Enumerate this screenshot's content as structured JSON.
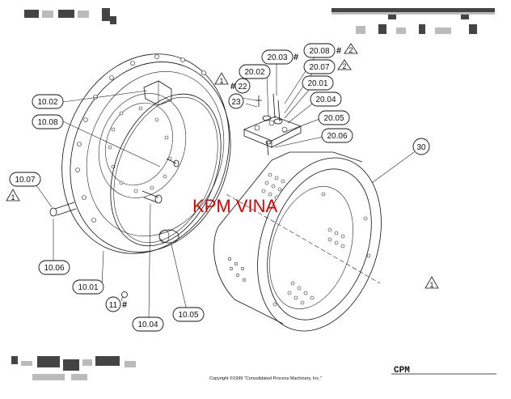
{
  "labels": {
    "p1002": "10.02",
    "p1008": "10.08",
    "p1007": "10.07",
    "p1006": "10.06",
    "p1001": "10.01",
    "p1004": "10.04",
    "p1005": "10.05",
    "p11": "11",
    "p22": "22",
    "p23": "23",
    "p2002": "20.02",
    "p2003": "20.03",
    "p2008": "20.08",
    "p2007": "20.07",
    "p2001": "20.01",
    "p2004": "20.04",
    "p2005": "20.05",
    "p2006": "20.06",
    "p30": "30"
  },
  "marks": {
    "hash": "#",
    "warning": "1",
    "revision": "2"
  },
  "watermark": "KPM VINA",
  "title_block": {
    "company": "CPM",
    "copyright": "Copyright ©1999 \"Consolidated Process Machinery, Inc.\""
  },
  "colors": {
    "watermark": "#e00000",
    "ink": "#111111"
  }
}
